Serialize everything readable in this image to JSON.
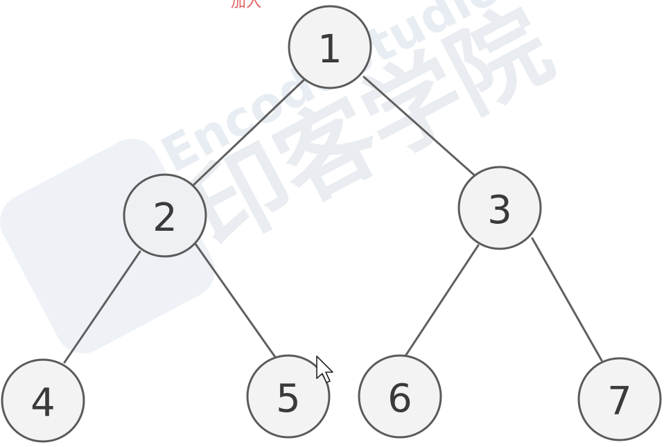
{
  "watermark": {
    "brand_latin": "EncodeStudio",
    "brand_cjk": "印客学院",
    "top_fragment": "加入"
  },
  "tree": {
    "nodes": [
      {
        "id": "n1",
        "label": "1"
      },
      {
        "id": "n2",
        "label": "2"
      },
      {
        "id": "n3",
        "label": "3"
      },
      {
        "id": "n4",
        "label": "4"
      },
      {
        "id": "n5",
        "label": "5"
      },
      {
        "id": "n6",
        "label": "6"
      },
      {
        "id": "n7",
        "label": "7"
      }
    ],
    "edges": [
      {
        "from": "n1",
        "to": "n2"
      },
      {
        "from": "n1",
        "to": "n3"
      },
      {
        "from": "n2",
        "to": "n4"
      },
      {
        "from": "n2",
        "to": "n5"
      },
      {
        "from": "n3",
        "to": "n6"
      },
      {
        "from": "n3",
        "to": "n7"
      }
    ]
  },
  "colors": {
    "node_fill": "#f3f3f3",
    "node_stroke": "#5a5a5a",
    "edge": "#5f5f5f",
    "label": "#3a3a3a",
    "watermark_blue": "#e6edf5",
    "watermark_green": "#e3f2e3",
    "watermark_red": "#e06060"
  }
}
